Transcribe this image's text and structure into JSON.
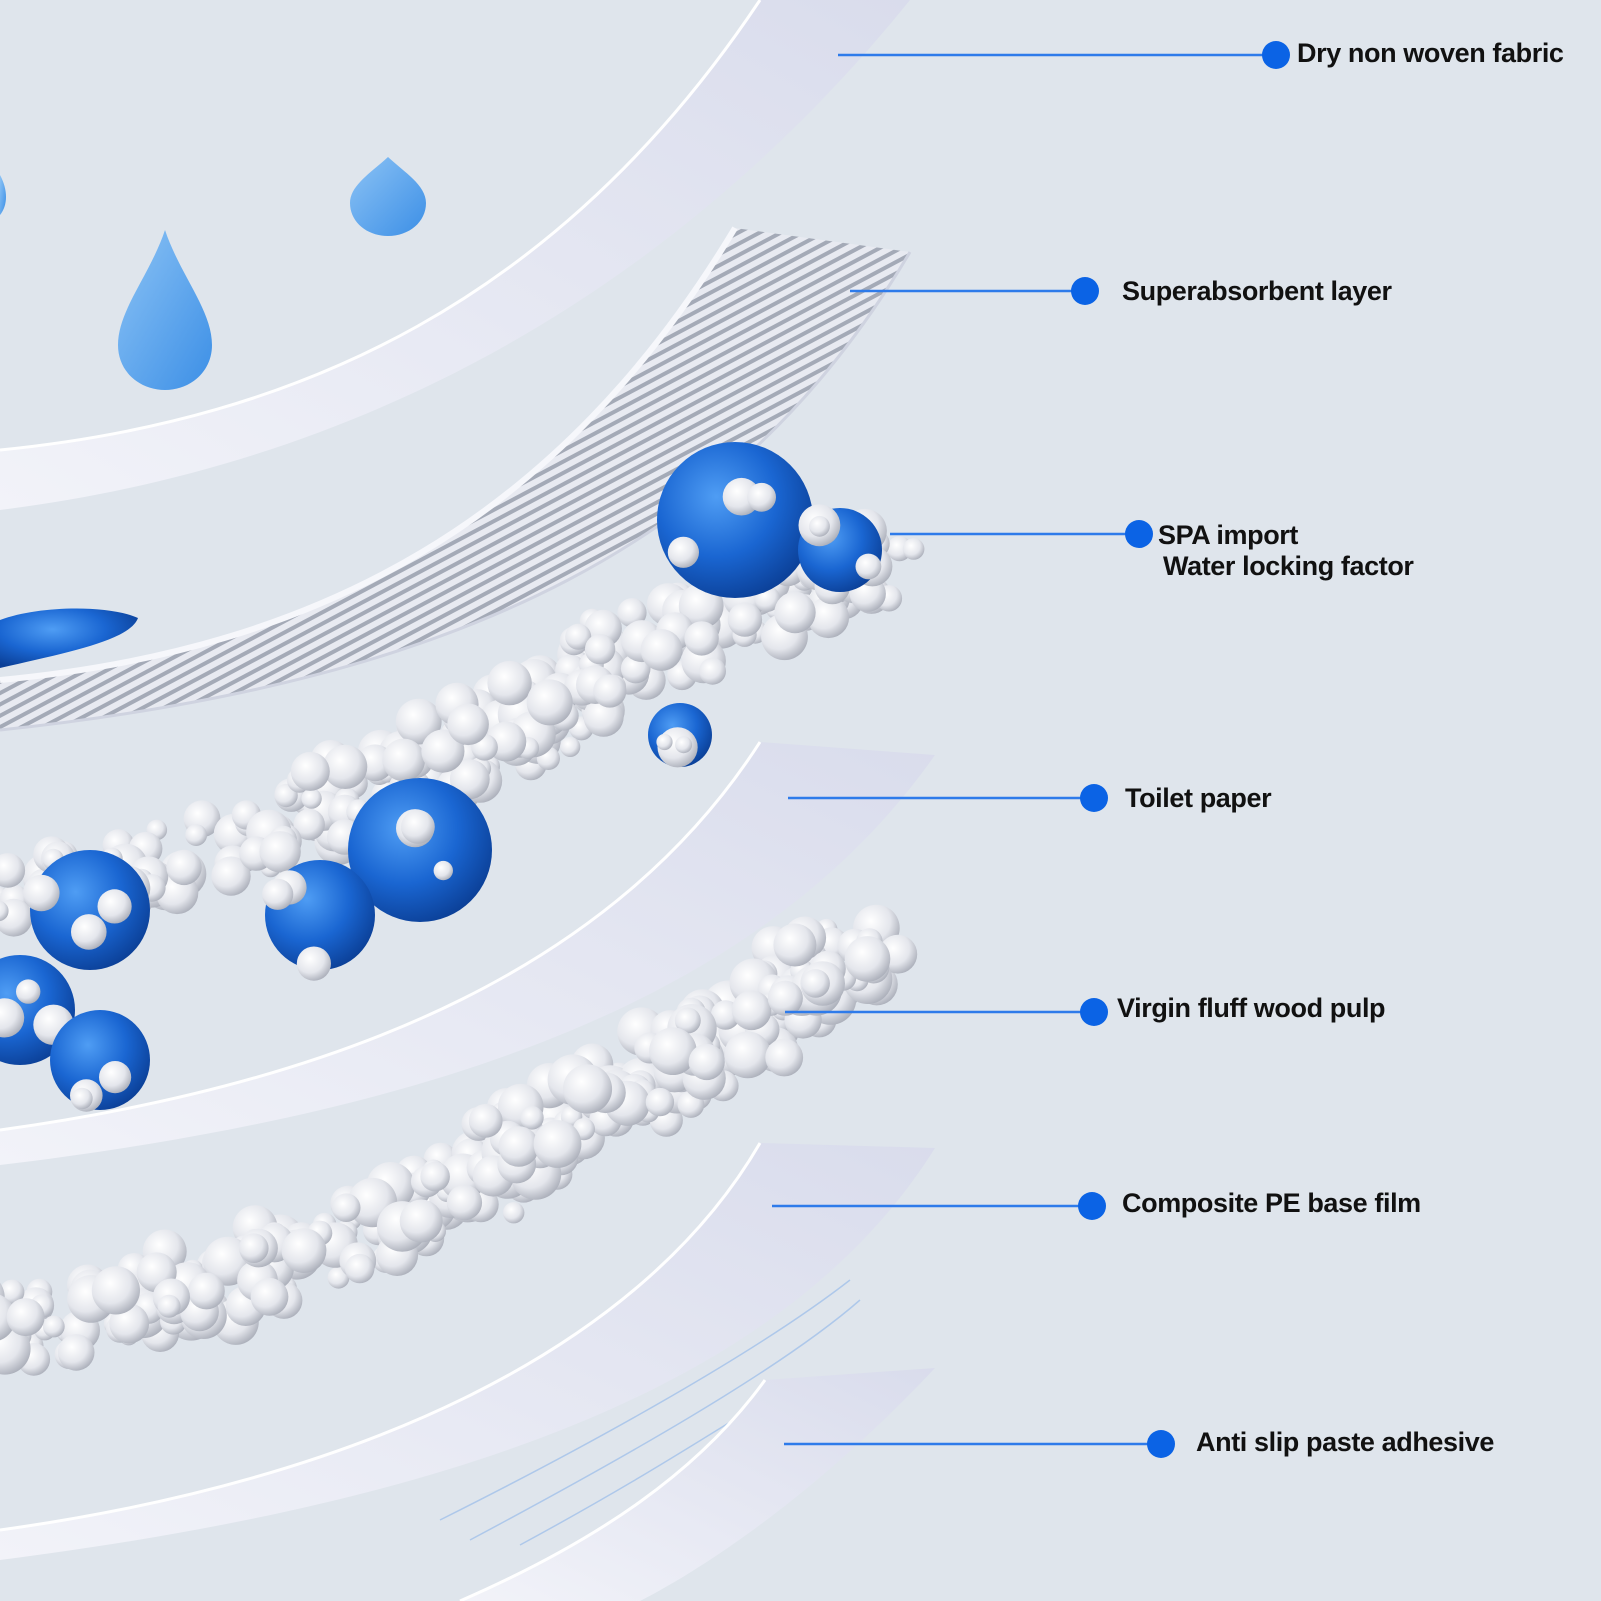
{
  "diagram": {
    "accent_color": "#0b63e5",
    "leader_color": "#2e7bea",
    "layers": [
      {
        "id": "dry-non-woven-fabric",
        "label": "Dry non woven fabric"
      },
      {
        "id": "superabsorbent-layer",
        "label": "Superabsorbent layer"
      },
      {
        "id": "spa-import",
        "label": "SPA import",
        "label_line2": "Water locking factor"
      },
      {
        "id": "toilet-paper",
        "label": "Toilet paper"
      },
      {
        "id": "virgin-fluff-wood-pulp",
        "label": "Virgin fluff wood pulp"
      },
      {
        "id": "composite-pe-base-film",
        "label": "Composite PE base film"
      },
      {
        "id": "anti-slip-paste-adhesive",
        "label": "Anti slip paste adhesive"
      }
    ]
  }
}
